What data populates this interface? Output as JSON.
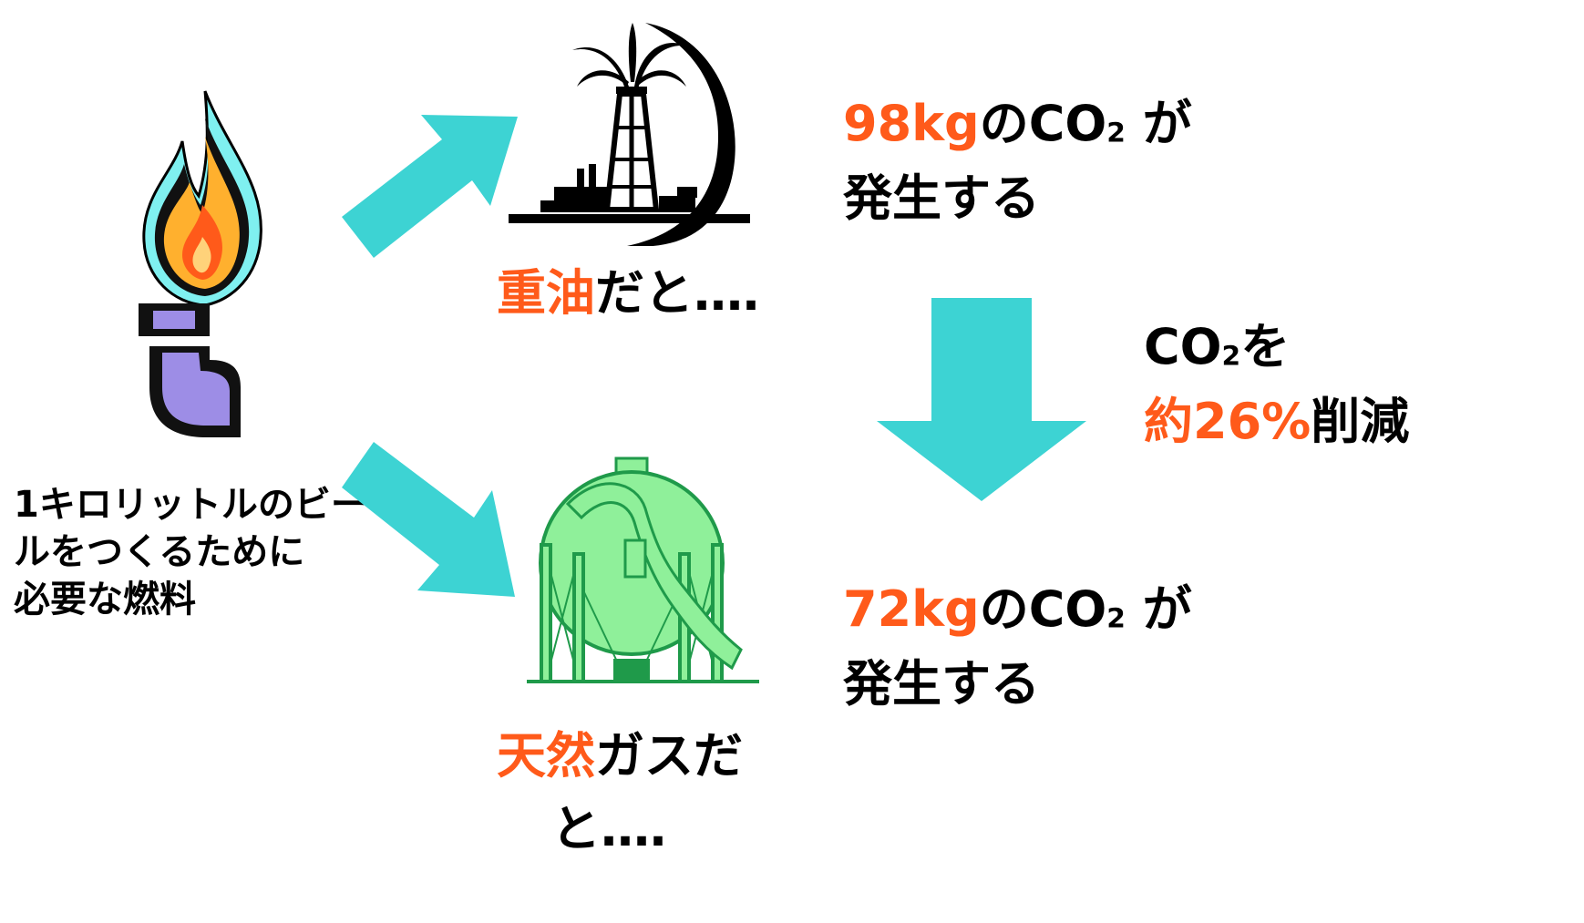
{
  "fuel_label": [
    "1キロリットルのビー",
    "ルをつくるために",
    "必要な燃料"
  ],
  "heavy_oil": {
    "name": "重油",
    "suffix": "だと‥‥"
  },
  "natural_gas": {
    "name": "天然",
    "suffix_line1": "ガスだ",
    "line2": "と‥‥"
  },
  "oil_result": {
    "amount": "98kg",
    "text1": "のCO",
    "sub": "2",
    "text2": " が",
    "line2": "発生する"
  },
  "gas_result": {
    "amount": "72kg",
    "text1": "のCO",
    "sub": "2",
    "text2": " が",
    "line2": "発生する"
  },
  "reduction": {
    "line1_a": "CO",
    "line1_sub": "2",
    "line1_b": "を",
    "percent": "約26%",
    "suffix": "削減"
  },
  "colors": {
    "accent": "#ff5a1a",
    "arrow": "#3dd3d3",
    "tank": "#8ff09a",
    "tank_dark": "#1f9a4a"
  },
  "icons": [
    "gas-flame-icon",
    "oil-rig-icon",
    "gas-tank-icon"
  ]
}
